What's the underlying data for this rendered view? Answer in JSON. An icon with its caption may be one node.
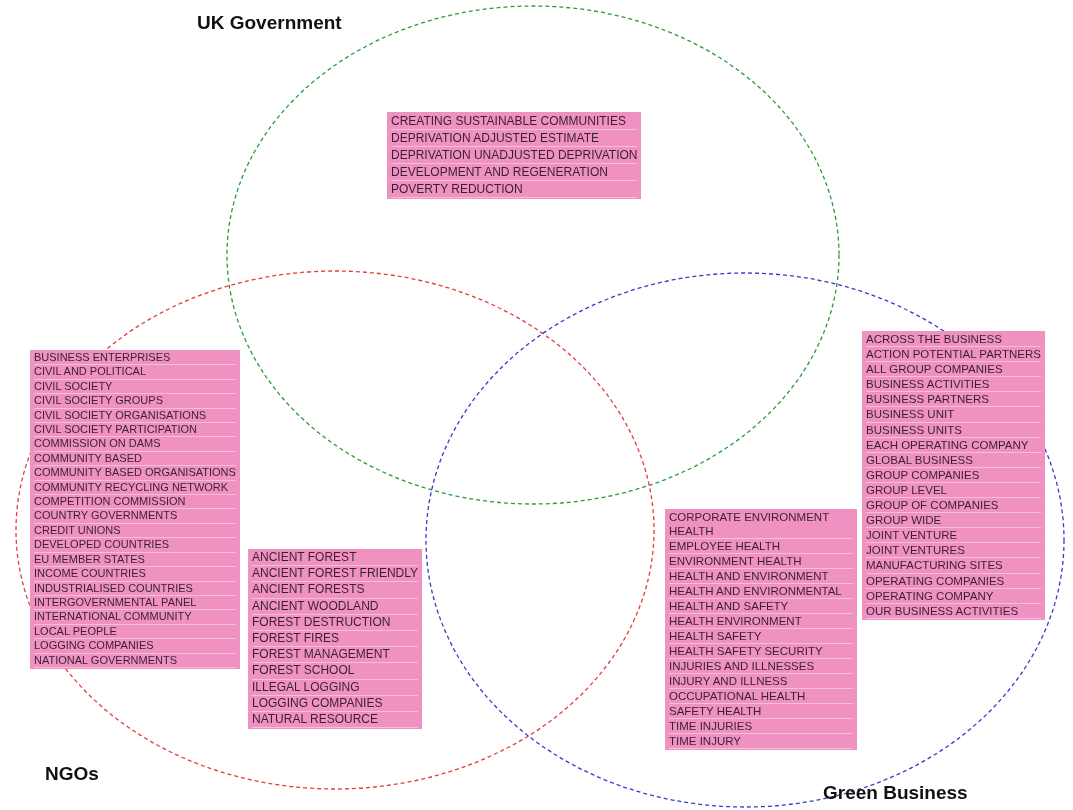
{
  "diagram": {
    "nodes": [
      {
        "text": [
          "UK Government"
        ]
      },
      {
        "text": [
          "CREATING SUSTAINABLE COMMUNITIES",
          "DEPRIVATION ADJUSTED ESTIMATE",
          "DEPRIVATION UNADJUSTED DEPRIVATION",
          "DEVELOPMENT AND REGENERATION",
          "POVERTY REDUCTION"
        ],
        "in": 0
      },
      {
        "text": [
          "NGOs"
        ]
      },
      {
        "text": [
          "BUSINESS ENTERPRISES",
          "CIVIL AND POLITICAL",
          "CIVIL SOCIETY",
          "CIVIL SOCIETY GROUPS",
          "CIVIL SOCIETY ORGANISATIONS",
          "CIVIL SOCIETY PARTICIPATION",
          "COMMISSION ON DAMS",
          "COMMUNITY BASED",
          "COMMUNITY BASED ORGANISATIONS",
          "COMMUNITY RECYCLING NETWORK",
          "COMPETITION COMMISSION",
          "COUNTRY GOVERNMENTS",
          "CREDIT UNIONS",
          "DEVELOPED COUNTRIES",
          "EU MEMBER STATES",
          "INCOME COUNTRIES",
          "INDUSTRIALISED COUNTRIES",
          "INTERGOVERNMENTAL PANEL",
          "INTERNATIONAL COMMUNITY",
          "LOCAL PEOPLE",
          "LOGGING COMPANIES",
          "NATIONAL GOVERNMENTS"
        ],
        "in": 2
      },
      {
        "text": [
          "ANCIENT FOREST",
          "ANCIENT FOREST FRIENDLY",
          "ANCIENT FORESTS",
          "ANCIENT WOODLAND",
          "FOREST DESTRUCTION",
          "FOREST FIRES",
          "FOREST MANAGEMENT",
          "FOREST SCHOOL",
          "ILLEGAL LOGGING",
          "LOGGING COMPANIES",
          "NATURAL RESOURCE"
        ],
        "in": 2
      },
      {
        "text": [
          "Green Business"
        ]
      },
      {
        "text": [
          "CORPORATE ENVIRONMENT HEALTH",
          "EMPLOYEE HEALTH",
          "ENVIRONMENT HEALTH",
          "HEALTH AND ENVIRONMENT",
          "HEALTH AND ENVIRONMENTAL",
          "HEALTH AND SAFETY",
          "HEALTH ENVIRONMENT",
          "HEALTH SAFETY",
          "HEALTH SAFETY SECURITY",
          "INJURIES AND ILLNESSES",
          "INJURY AND ILLNESS",
          "OCCUPATIONAL HEALTH",
          "SAFETY HEALTH",
          "TIME INJURIES",
          "TIME INJURY"
        ],
        "in": 5
      },
      {
        "text": [
          "ACROSS THE BUSINESS",
          "ACTION POTENTIAL PARTNERS",
          "ALL GROUP COMPANIES",
          "BUSINESS ACTIVITIES",
          "BUSINESS PARTNERS",
          "BUSINESS UNIT",
          "BUSINESS UNITS",
          "EACH OPERATING COMPANY",
          "GLOBAL BUSINESS",
          "GROUP COMPANIES",
          "GROUP LEVEL",
          "GROUP OF COMPANIES",
          "GROUP WIDE",
          "JOINT VENTURE",
          "JOINT VENTURES",
          "MANUFACTURING SITES",
          "OPERATING COMPANIES",
          "OPERATING COMPANY",
          "OUR BUSINESS ACTIVITIES"
        ],
        "in": 5
      }
    ]
  }
}
